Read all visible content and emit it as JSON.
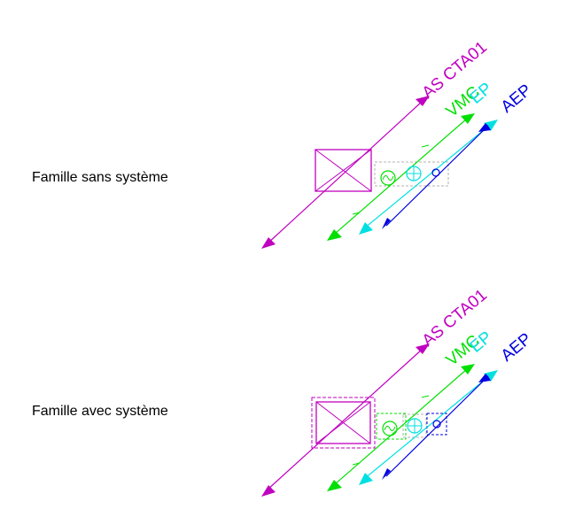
{
  "colors": {
    "system_pipe": "#c000c0",
    "vmc": "#00e000",
    "ep": "#00e0e0",
    "aep": "#0000e0",
    "dash_outline": "#b0b0b0"
  },
  "rows": [
    {
      "label": "Famille sans système",
      "system_outlines": false,
      "tags": {
        "system": "AS CTA01",
        "vmc": "VMC",
        "ep": "EP",
        "aep": "AEP"
      }
    },
    {
      "label": "Famille avec système",
      "system_outlines": true,
      "tags": {
        "system": "AS CTA01",
        "vmc": "VMC",
        "ep": "EP",
        "aep": "AEP"
      }
    }
  ],
  "icons": {
    "unit_box": "crossed-box-icon",
    "vmc_connector": "sine-circle-icon",
    "ep_connector": "crosshair-circle-icon",
    "aep_connector": "small-circle-icon"
  }
}
